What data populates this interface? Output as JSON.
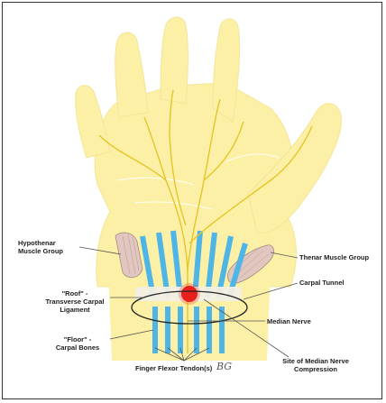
{
  "labels": {
    "hypothenar": [
      "Hypothenar",
      "Muscle Group"
    ],
    "thenar": "Thenar Muscle Group",
    "roof": [
      "\"Roof\" -",
      "Transverse Carpal",
      "Ligament"
    ],
    "carpal_tunnel": "Carpal Tunnel",
    "median_nerve": "Median Nerve",
    "floor": [
      "\"Floor\" -",
      "Carpal Bones"
    ],
    "site_compression": [
      "Site of Median Nerve",
      "Compression"
    ],
    "flexor_tendons": "Finger Flexor Tendon(s)"
  },
  "signature": "BG",
  "colors": {
    "skin": "#fbf0a6",
    "skin_outline": "#f3dd7a",
    "tendon": "#4fb4e6",
    "nerve": "#e6c52a",
    "compression": "#e8201c",
    "muscle": "#e2c7c0",
    "ligament": "#f2efe4"
  }
}
